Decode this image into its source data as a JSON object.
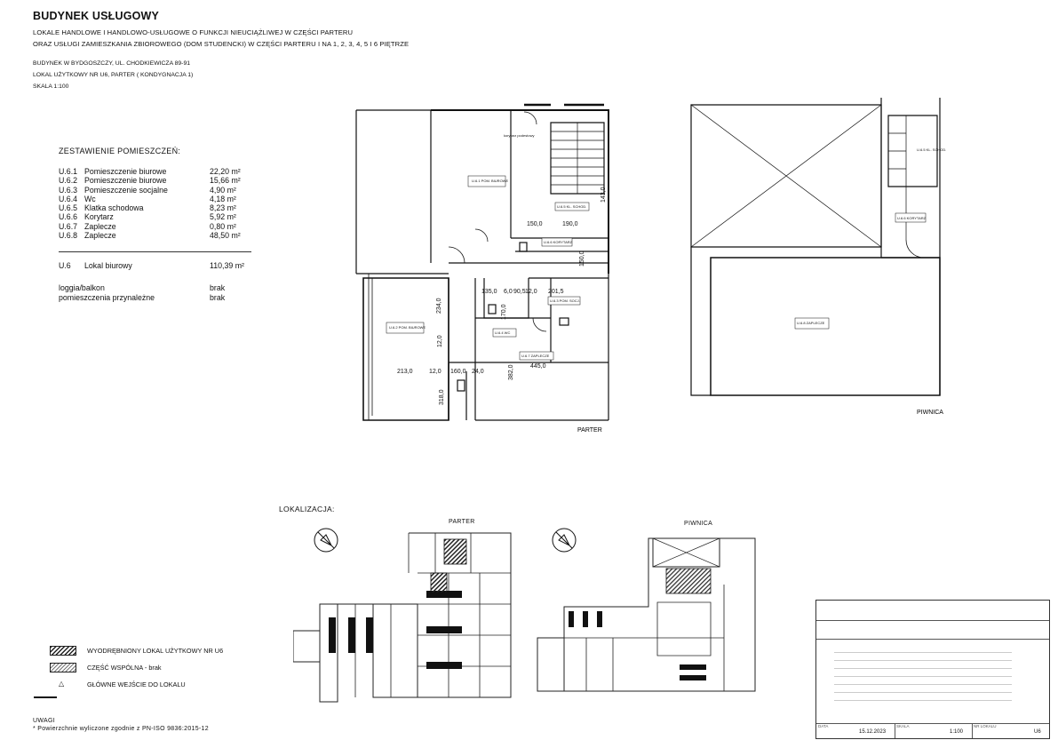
{
  "header": {
    "title": "BUDYNEK USŁUGOWY",
    "subtitle_1": "LOKALE HANDLOWE I HANDLOWO-USŁUGOWE O FUNKCJI NIEUCIĄŻLIWEJ W CZĘŚCI PARTERU",
    "subtitle_2": "ORAZ USŁUGI ZAMIESZKANIA ZBIOROWEGO (DOM STUDENCKI) W CZĘŚCI PARTERU I NA 1, 2, 3, 4, 5 I 6 PIĘTRZE",
    "address": "BUDYNEK W BYDGOSZCZY, UL. CHODKIEWICZA 89-91",
    "unit": "LOKAL UŻYTKOWY NR U6, PARTER ( KONDYGNACJA 1)",
    "scale": "SKALA 1:100"
  },
  "rooms_table": {
    "heading": "ZESTAWIENIE POMIESZCZEŃ:",
    "rows": [
      {
        "id": "U.6.1",
        "name": "Pomieszczenie biurowe",
        "area": "22,20 m²"
      },
      {
        "id": "U.6.2",
        "name": "Pomieszczenie biurowe",
        "area": "15,66 m²"
      },
      {
        "id": "U.6.3",
        "name": "Pomieszczenie socjalne",
        "area": "4,90 m²"
      },
      {
        "id": "U.6.4",
        "name": "Wc",
        "area": "4,18 m²"
      },
      {
        "id": "U.6.5",
        "name": "Klatka schodowa",
        "area": "8,23 m²"
      },
      {
        "id": "U.6.6",
        "name": "Korytarz",
        "area": "5,92 m²"
      },
      {
        "id": "U.6.7",
        "name": "Zaplecze",
        "area": "0,80 m²"
      },
      {
        "id": "U.6.8",
        "name": "Zaplecze",
        "area": "48,50 m²"
      }
    ],
    "total_id": "U.6",
    "total_name": "Lokal biurowy",
    "total_area": "110,39 m²",
    "loggia_label": "loggia/balkon",
    "loggia_value": "brak",
    "appurtenant_label": "pomieszczenia przynależne",
    "appurtenant_value": "brak"
  },
  "plan_parter": {
    "label": "PARTER",
    "dimensions": [
      "150,0",
      "190,0",
      "135,0",
      "6,0",
      "90,5",
      "12,0",
      "201,5",
      "234,0",
      "170,0",
      "12,0",
      "213,0",
      "12,0",
      "160,0",
      "24,0",
      "445,0",
      "318,0",
      "382,0",
      "143,0",
      "150,0"
    ],
    "room_tags": [
      "U.6.1 POM. BIUROWE",
      "U.6.2 POM. BIUROWE",
      "U.6.3 POM. SOCJ.",
      "U.6.4 WC",
      "U.6.5 KL. SCHOD.",
      "U.6.6 KORYTARZ",
      "U.6.7 ZAPLECZE"
    ],
    "note": "korytarz podestowy"
  },
  "plan_piwnica": {
    "label": "PIWNICA",
    "room_tags": [
      "U.6.8 ZAPLECZE",
      "U.6.6 KORYTARZ",
      "U.6.5 KL. SCHOD."
    ]
  },
  "localization": {
    "heading": "LOKALIZACJA:",
    "parter_label": "PARTER",
    "piwnica_label": "PIWNICA"
  },
  "legend": {
    "item_1": "WYODRĘBNIONY LOKAL UŻYTKOWY NR U6",
    "item_2": "CZĘŚĆ WSPÓLNA - brak",
    "item_3": "GŁÓWNE WEJŚCIE DO LOKALU"
  },
  "footer": {
    "uwagi_label": "UWAGI",
    "note": "* Powierzchnie wyliczone zgodnie z PN-ISO 9836:2015-12"
  },
  "title_block": {
    "date_label": "DATA",
    "date": "15.12.2023",
    "scale_label": "SKALA",
    "scale": "1:100",
    "unit_label": "NR LOKALU",
    "unit": "U6"
  }
}
